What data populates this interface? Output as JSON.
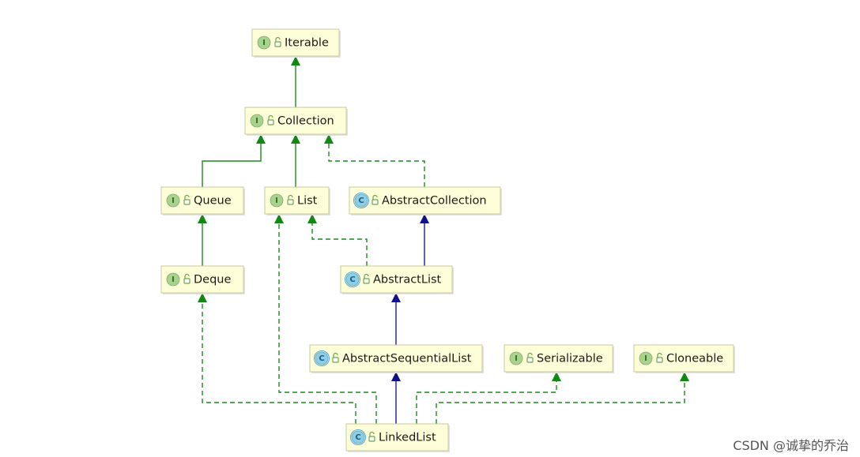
{
  "diagram": {
    "nodes": [
      {
        "id": "iterable",
        "kind": "I",
        "label": "Iterable"
      },
      {
        "id": "collection",
        "kind": "I",
        "label": "Collection"
      },
      {
        "id": "queue",
        "kind": "I",
        "label": "Queue"
      },
      {
        "id": "list",
        "kind": "I",
        "label": "List"
      },
      {
        "id": "abstract-collection",
        "kind": "C",
        "label": "AbstractCollection"
      },
      {
        "id": "deque",
        "kind": "I",
        "label": "Deque"
      },
      {
        "id": "abstract-list",
        "kind": "C",
        "label": "AbstractList"
      },
      {
        "id": "abstract-sequential-list",
        "kind": "C",
        "label": "AbstractSequentialList"
      },
      {
        "id": "serializable",
        "kind": "I",
        "label": "Serializable"
      },
      {
        "id": "cloneable",
        "kind": "I",
        "label": "Cloneable"
      },
      {
        "id": "linked-list",
        "kind": "C",
        "label": "LinkedList"
      }
    ],
    "edges": [
      {
        "from": "collection",
        "to": "iterable",
        "type": "interface-extends"
      },
      {
        "from": "queue",
        "to": "collection",
        "type": "interface-extends"
      },
      {
        "from": "list",
        "to": "collection",
        "type": "interface-extends"
      },
      {
        "from": "abstract-collection",
        "to": "collection",
        "type": "implements"
      },
      {
        "from": "deque",
        "to": "queue",
        "type": "interface-extends"
      },
      {
        "from": "abstract-list",
        "to": "list",
        "type": "implements"
      },
      {
        "from": "abstract-list",
        "to": "abstract-collection",
        "type": "extends"
      },
      {
        "from": "abstract-sequential-list",
        "to": "abstract-list",
        "type": "extends"
      },
      {
        "from": "linked-list",
        "to": "abstract-sequential-list",
        "type": "extends"
      },
      {
        "from": "linked-list",
        "to": "deque",
        "type": "implements"
      },
      {
        "from": "linked-list",
        "to": "list",
        "type": "implements"
      },
      {
        "from": "linked-list",
        "to": "serializable",
        "type": "implements"
      },
      {
        "from": "linked-list",
        "to": "cloneable",
        "type": "implements"
      }
    ],
    "colors": {
      "node_fill": "#fefed8",
      "node_border": "#c8c8a0",
      "interface_badge": "#a8d38f",
      "class_badge": "#8ecde6",
      "interface_edge": "#1b8a1b",
      "extends_edge": "#1c1c8c"
    }
  },
  "watermark": "CSDN @诚挚的乔治"
}
